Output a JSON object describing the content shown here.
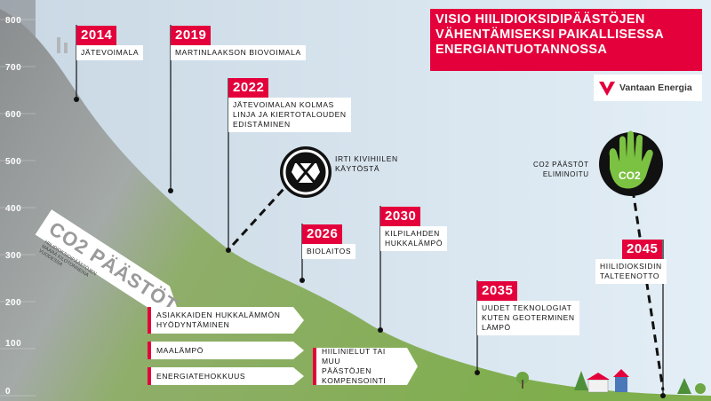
{
  "title": {
    "lines": [
      "VISIO HIILIDIOKSIDIPÄÄSTÖJEN",
      "VÄHENTÄMISEKSI PAIKALLISESSA",
      "ENERGIANTUOTANNOSSA"
    ]
  },
  "logo": {
    "text": "Vantaan Energia"
  },
  "axis": {
    "ticks": [
      "800",
      "700",
      "600",
      "500",
      "400",
      "300",
      "200",
      "100",
      "0"
    ]
  },
  "banner": {
    "text": "CO2 PÄÄSTÖT",
    "subtitle": "HIILIDIOKSIDIPÄÄSTÖJEN MÄÄRÄ KILOTONNEINA VUODESSA"
  },
  "milestones": [
    {
      "year": "2014",
      "label": "JÄTEVOIMALA"
    },
    {
      "year": "2019",
      "label": "MARTINLAAKSON BIOVOIMALA"
    },
    {
      "year": "2022",
      "label_lines": [
        "JÄTEVOIMALAN KOLMAS",
        "LINJA JA KIERTOTALOUDEN",
        "EDISTÄMINEN"
      ]
    },
    {
      "year": "2026",
      "label": "BIOLAITOS"
    },
    {
      "year": "2030",
      "label_lines": [
        "KILPILAHDEN",
        "HUKKALÄMPÖ"
      ]
    },
    {
      "year": "2035",
      "label_lines": [
        "UUDET TEKNOLOGIAT",
        "KUTEN GEOTERMINEN",
        "LÄMPÖ"
      ]
    },
    {
      "year": "2045",
      "label_lines": [
        "HIILIDIOKSIDIN",
        "TALTEENOTTO"
      ]
    }
  ],
  "notes": {
    "coal": [
      "IRTI KIVIHIILEN",
      "KÄYTÖSTÄ"
    ],
    "co2_eliminated": [
      "CO2 PÄÄSTÖT",
      "ELIMINOITU"
    ],
    "hand_text": "CO2"
  },
  "measures": {
    "waste_heat": [
      "ASIAKKAIDEN HUKKALÄMMÖN",
      "HYÖDYNTÄMINEN"
    ],
    "ground_heat": "MAALÄMPÖ",
    "efficiency": "ENERGIATEHOKKUUS",
    "sinks": [
      "HIILINIELUT TAI MUU",
      "PÄÄSTÖJEN",
      "KOMPENSOINTI"
    ]
  },
  "colors": {
    "accent": "#e4003b",
    "hill": "#8cb35a",
    "sky": "#dbe9f3",
    "hand": "#7cc242"
  }
}
